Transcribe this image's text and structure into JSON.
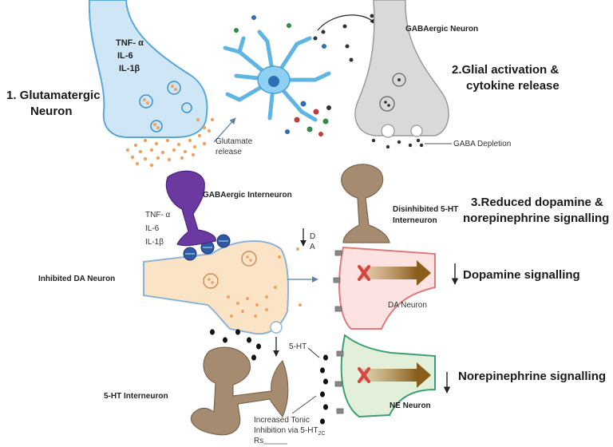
{
  "step1": {
    "line1": "1. Glutamatergic",
    "line2": "Neuron"
  },
  "step2": {
    "line1": "2.Glial activation &",
    "line2": "cytokine release"
  },
  "step3": {
    "line1": "3.Reduced dopamine &",
    "line2": "norepinephrine signalling"
  },
  "cytokines_top": [
    "TNF- α",
    "IL-6",
    "IL-1β"
  ],
  "glutamate_release": {
    "line1": "Glutamate",
    "line2": "release"
  },
  "gaba_neuron_label": "GABAergic Neuron",
  "gaba_depletion_label": "GABA Depletion",
  "gaba_interneuron_label": "GABAergic Interneuron",
  "cytokines_mid": [
    "TNF- α",
    "IL-6",
    "IL-1β"
  ],
  "da_arrow_text": {
    "line1": "D",
    "line2": "A"
  },
  "inhibited_da_label": "Inhibited DA Neuron",
  "disinhibited_label": {
    "line1": "Disinhibited 5-HT",
    "line2": "Interneuron"
  },
  "dopamine_signalling": "Dopamine signalling",
  "da_neuron_label": "DA Neuron",
  "serotonin_label": "5-HT",
  "norepinephrine_signalling": "Norepinephrine signalling",
  "ne_neuron_label": "NE Neuron",
  "ht_interneuron_label": "5-HT Interneuron",
  "tonic_inhibition": {
    "line1": "Increased Tonic",
    "line2": "Inhibition via 5-HT",
    "sub": "2C",
    "line3": "Rs"
  },
  "colors": {
    "blue_neuron": "#cfe6f7",
    "blue_outline": "#5aa7da",
    "gray_neuron": "#d9d9d9",
    "orange_neuron": "#fbe3c6",
    "red_neuron": "#fde2e2",
    "green_neuron": "#e2efd9",
    "tan": "#a58b6f",
    "purple": "#6b3aa0",
    "orange_dot": "#f0a262",
    "arrow_brown": "#8a5d1a",
    "x_red": "#d64545"
  }
}
